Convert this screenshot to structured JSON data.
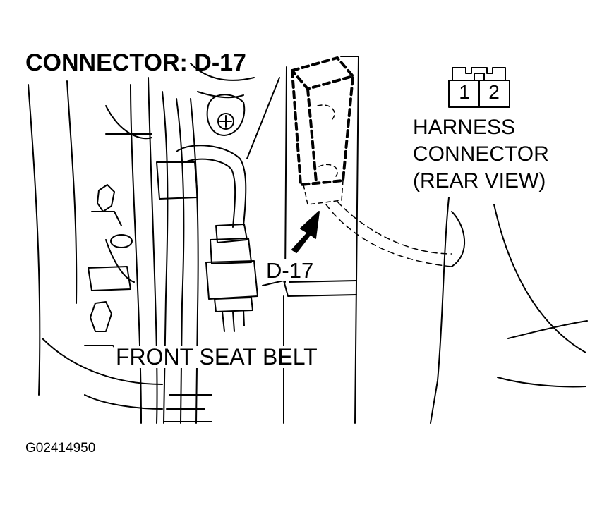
{
  "diagram": {
    "title": "CONNECTOR: D-17",
    "harness_label": {
      "line1": "HARNESS",
      "line2": "CONNECTOR",
      "line3": "(REAR VIEW)"
    },
    "connector_pins": [
      "1",
      "2"
    ],
    "callout_label": "D-17",
    "component_label": "FRONT SEAT BELT",
    "figure_id": "G02414950",
    "colors": {
      "line": "#000000",
      "background": "#ffffff"
    }
  }
}
